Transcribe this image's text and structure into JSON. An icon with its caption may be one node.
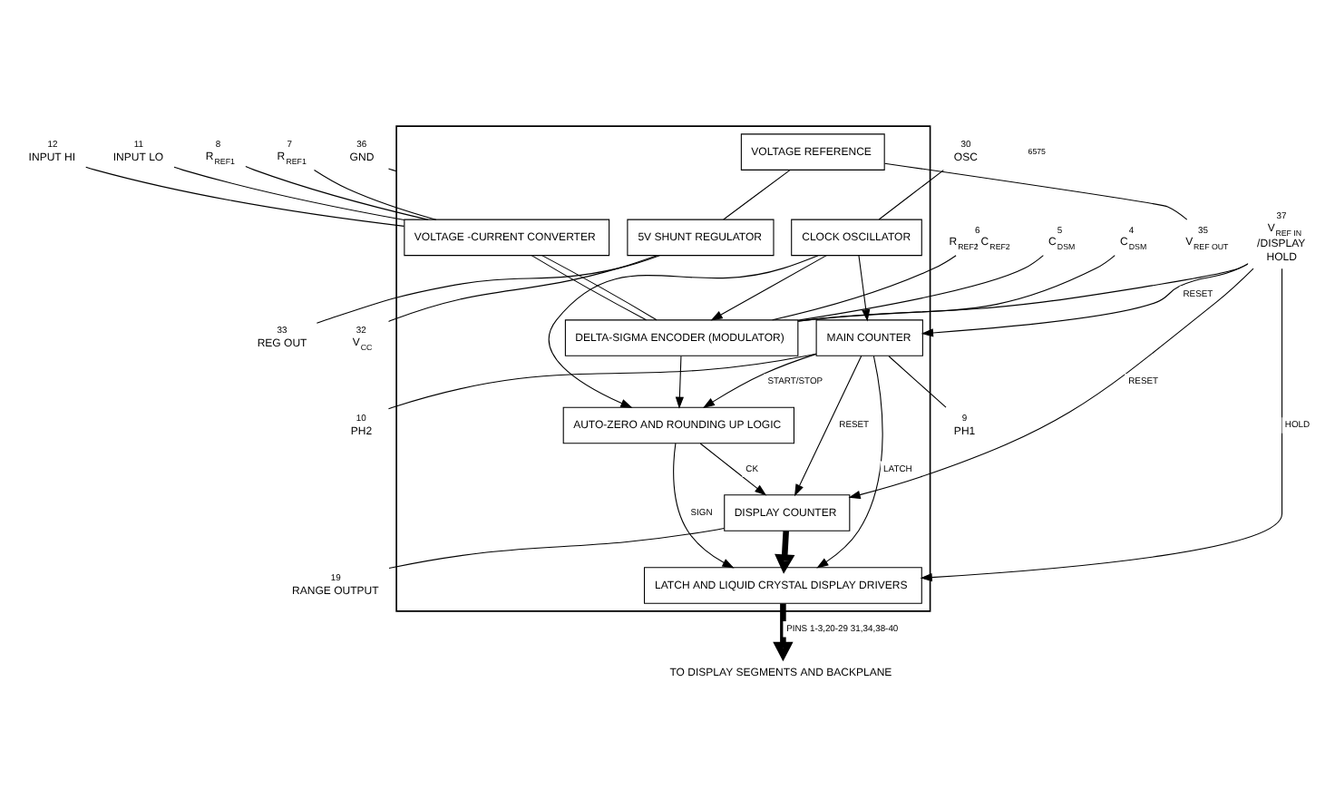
{
  "diagram": {
    "nodes": [
      {
        "text": [],
        "shape": "box"
      },
      {
        "text": [
          "CLOCK OSCILLATOR"
        ],
        "in": 0
      },
      {
        "text": [
          "MAIN COUNTER"
        ],
        "in": 0
      },
      {
        "text": [
          "LATCH AND LIQUID CRYSTAL DISPLAY DRIVERS"
        ],
        "in": 0
      },
      {
        "text": [
          "AUTO-ZERO AND ROUNDING UP LOGIC"
        ],
        "in": 0
      },
      {
        "text": [
          "DISPLAY COUNTER"
        ],
        "in": 0
      },
      {
        "text": [
          "VOLTAGE -CURRENT CONVERTER"
        ],
        "in": 0
      },
      {
        "text": [
          "DELTA-SIGMA ENCODER (MODULATOR)"
        ],
        "in": 0
      },
      {
        "text": [
          "VOLTAGE REFERENCE"
        ],
        "in": 0
      },
      {
        "text": [
          "5V SHUNT REGULATOR"
        ],
        "in": 0
      },
      {
        "text": [
          "TO DISPLAY SEGMENTS AND BACKPLANE"
        ]
      },
      {
        "text": [
          "OSC"
        ],
        "beside": [
          "30"
        ]
      },
      {
        "text": [
          "PH1"
        ],
        "beside": [
          "9"
        ]
      },
      {
        "text": [
          "PH2"
        ],
        "beside": [
          "10"
        ]
      },
      {
        "text": [
          "INPUT HI"
        ],
        "beside": [
          "12"
        ]
      },
      {
        "text": [
          "INPUT LO"
        ],
        "beside": [
          "11"
        ]
      },
      {
        "text": [
          "R$_{REF1}$"
        ],
        "beside": [
          "8"
        ]
      },
      {
        "text": [
          "R$_{REF1}$"
        ],
        "beside": [
          "7"
        ]
      },
      {
        "text": [
          "R$_{REF2}$, C$_{REF2}$"
        ],
        "beside": [
          "6"
        ]
      },
      {
        "text": [
          "C$_{DSM}$"
        ],
        "beside": [
          "5"
        ]
      },
      {
        "text": [
          "C$_{DSM}$"
        ],
        "beside": [
          "4"
        ]
      },
      {
        "text": [
          "V$_{REF IN}$ /DISPLAY HOLD"
        ],
        "beside": [
          "37"
        ]
      },
      {
        "text": [
          "V$_{REF OUT}$"
        ],
        "beside": [
          "35"
        ]
      },
      {
        "text": [
          "REG OUT"
        ],
        "beside": [
          "33"
        ]
      },
      {
        "text": [
          "RANGE OUTPUT"
        ],
        "beside": [
          "19"
        ]
      },
      {
        "text": [
          "V$_{CC}$"
        ],
        "beside": [
          "32"
        ]
      },
      {
        "text": [
          "GND"
        ],
        "beside": [
          "36"
        ]
      }
    ],
    "edges": [
      {
        "from": 11,
        "to": 1,
        "arrow": "none"
      },
      {
        "from": 1,
        "to": 2,
        "arrow": "to"
      },
      {
        "from": 1,
        "to": 4,
        "arrow": "to"
      },
      {
        "from": 1,
        "to": 7,
        "arrow": "to"
      },
      {
        "from": 2,
        "to": 12,
        "arrow": "none"
      },
      {
        "from": 2,
        "to": 13,
        "arrow": "none"
      },
      {
        "from": 2,
        "to": 3,
        "label": "LATCH",
        "arrow": "to"
      },
      {
        "from": 21,
        "to": 2,
        "label": "RESET",
        "arrow": "to"
      },
      {
        "from": 21,
        "to": 3,
        "label": "HOLD",
        "arrow": "to"
      },
      {
        "from": 2,
        "to": 4,
        "label": "START/STOP",
        "arrow": "to"
      },
      {
        "from": 2,
        "to": 5,
        "label": "RESET",
        "arrow": "to"
      },
      {
        "from": 4,
        "to": 3,
        "label": "SIGN",
        "arrow": "to"
      },
      {
        "from": 4,
        "to": 5,
        "label": "CK",
        "arrow": "to"
      },
      {
        "from": 21,
        "to": 5,
        "label": "RESET",
        "arrow": "to"
      },
      {
        "from": 21,
        "to": 7,
        "arrow": "none"
      },
      {
        "from": 7,
        "to": 4,
        "arrow": "to"
      },
      {
        "from": 5,
        "to": 3,
        "arrow": "to",
        "style": "thick"
      },
      {
        "from": 3,
        "to": 10,
        "label": "PINS 1-3,20-29 31,34,38-40",
        "arrow": "to",
        "style": "thick"
      },
      {
        "from": 14,
        "to": 6,
        "arrow": "none"
      },
      {
        "from": 15,
        "to": 6,
        "arrow": "none"
      },
      {
        "from": 6,
        "to": 7,
        "arrow": "none"
      },
      {
        "from": 6,
        "to": 7,
        "arrow": "none"
      },
      {
        "from": 16,
        "to": 6,
        "arrow": "none"
      },
      {
        "from": 17,
        "to": 6,
        "arrow": "none"
      },
      {
        "from": 18,
        "to": 7,
        "arrow": "none"
      },
      {
        "from": 19,
        "to": 7,
        "arrow": "none"
      },
      {
        "from": 20,
        "to": 7,
        "arrow": "none"
      },
      {
        "from": 8,
        "to": 22,
        "arrow": "none"
      },
      {
        "from": 8,
        "to": 9,
        "arrow": "none"
      },
      {
        "from": 9,
        "to": 23,
        "arrow": "none"
      },
      {
        "from": 9,
        "to": 25,
        "arrow": "none"
      },
      {
        "from": 5,
        "to": 24,
        "arrow": "none"
      },
      {
        "from": 26,
        "to": 0,
        "arrow": "none"
      }
    ],
    "labels": [
      "6575"
    ]
  }
}
